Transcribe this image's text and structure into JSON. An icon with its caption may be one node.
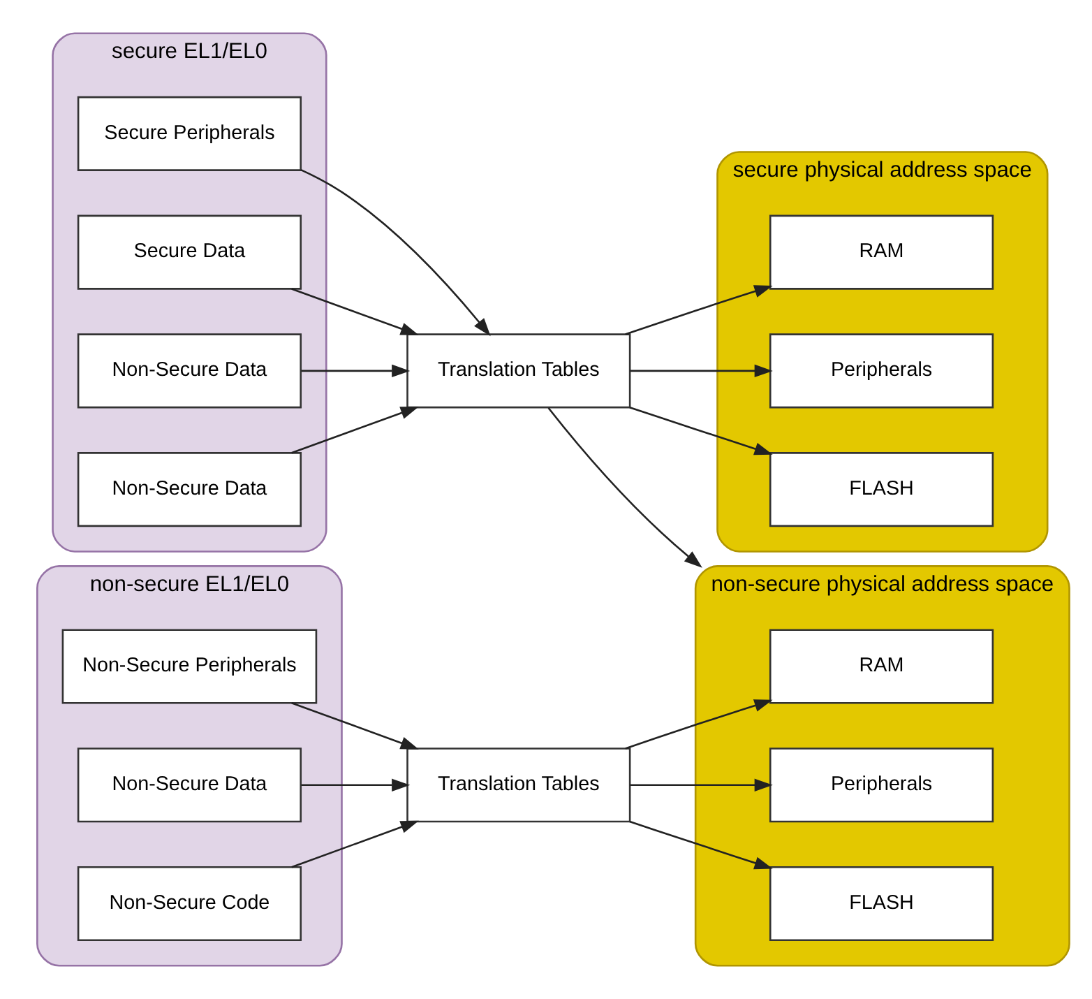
{
  "diagram": {
    "nodes": [
      {
        "text": [
          "secure EL1/EL0"
        ]
      },
      {
        "text": [
          "Secure Peripherals"
        ],
        "in": 0
      },
      {
        "text": [
          "Secure Data"
        ],
        "in": 0
      },
      {
        "text": [
          "Non-Secure Data"
        ],
        "in": 0
      },
      {
        "text": [
          "Non-Secure Data"
        ],
        "in": 0
      },
      {
        "text": [
          "Translation Tables"
        ]
      },
      {
        "text": [
          "secure physical address space"
        ]
      },
      {
        "text": [
          "RAM"
        ],
        "in": 6
      },
      {
        "text": [
          "Peripherals"
        ],
        "in": 6
      },
      {
        "text": [
          "FLASH"
        ],
        "in": 6
      },
      {
        "text": [
          "non-secure EL1/EL0"
        ]
      },
      {
        "text": [
          "Non-Secure Peripherals"
        ],
        "in": 10
      },
      {
        "text": [
          "Non-Secure Data"
        ],
        "in": 10
      },
      {
        "text": [
          "Non-Secure Code"
        ],
        "in": 10
      },
      {
        "text": [
          "Translation Tables"
        ]
      },
      {
        "text": [
          "non-secure physical address space"
        ]
      },
      {
        "text": [
          "RAM"
        ],
        "in": 15
      },
      {
        "text": [
          "Peripherals"
        ],
        "in": 15
      },
      {
        "text": [
          "FLASH"
        ],
        "in": 15
      }
    ],
    "edges": [
      {
        "from": 1,
        "to": 5,
        "arrow": "to"
      },
      {
        "from": 2,
        "to": 5,
        "arrow": "to"
      },
      {
        "from": 3,
        "to": 5,
        "arrow": "to"
      },
      {
        "from": 4,
        "to": 5,
        "arrow": "to"
      },
      {
        "from": 5,
        "to": 7,
        "arrow": "to"
      },
      {
        "from": 5,
        "to": 8,
        "arrow": "to"
      },
      {
        "from": 5,
        "to": 9,
        "arrow": "to"
      },
      {
        "from": 5,
        "to": 15,
        "arrow": "to"
      },
      {
        "from": 11,
        "to": 14,
        "arrow": "to"
      },
      {
        "from": 12,
        "to": 14,
        "arrow": "to"
      },
      {
        "from": 13,
        "to": 14,
        "arrow": "to"
      },
      {
        "from": 14,
        "to": 16,
        "arrow": "to"
      },
      {
        "from": 14,
        "to": 17,
        "arrow": "to"
      },
      {
        "from": 14,
        "to": 18,
        "arrow": "to"
      }
    ]
  }
}
